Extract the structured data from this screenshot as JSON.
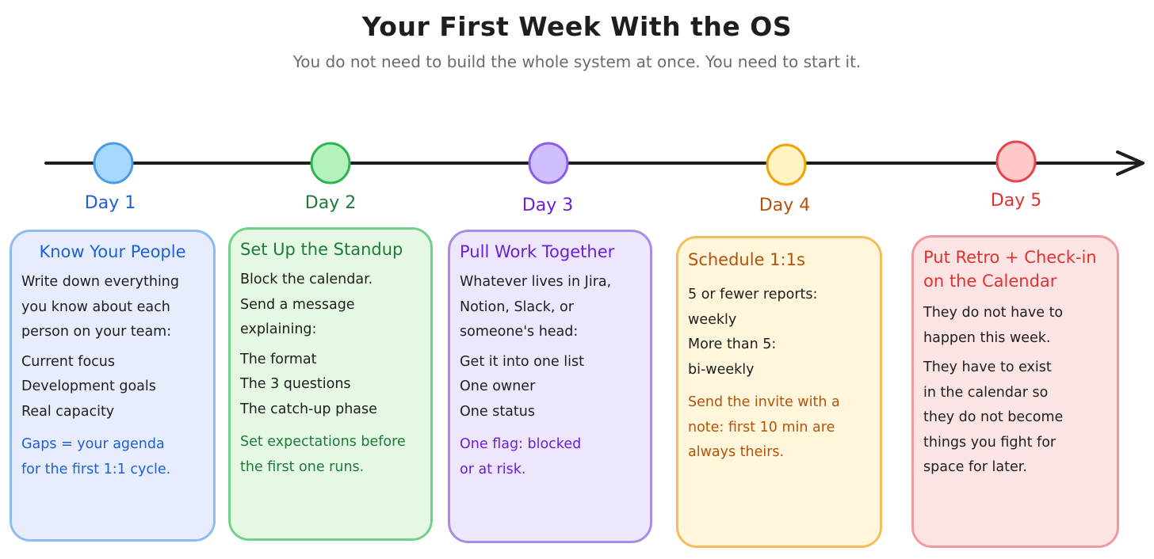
{
  "header": {
    "title": "Your First Week With the OS",
    "subtitle": "You do not need to build the whole system at once. You need to start it."
  },
  "timeline": {
    "arrow": "arrow-right",
    "days": [
      {
        "label": "Day 1",
        "color": "#1e5fd8",
        "fill": "#a5d8ff",
        "stroke": "#4a9be8"
      },
      {
        "label": "Day 2",
        "color": "#1f7a3a",
        "fill": "#b2f2bb",
        "stroke": "#2fb350"
      },
      {
        "label": "Day 3",
        "color": "#6a1fd8",
        "fill": "#d0bfff",
        "stroke": "#8a5ce8"
      },
      {
        "label": "Day 4",
        "color": "#b5520a",
        "fill": "#fff3bf",
        "stroke": "#f59f00"
      },
      {
        "label": "Day 5",
        "color": "#e03131",
        "fill": "#ffc9c9",
        "stroke": "#e8434c"
      }
    ]
  },
  "cards": [
    {
      "title": "Know Your People",
      "intro": [
        "Write down everything",
        "you know about each",
        "person on your team:"
      ],
      "items": [
        "Current focus",
        "Development goals",
        "Real capacity"
      ],
      "note": [
        "Gaps = your agenda",
        "for the first 1:1 cycle."
      ]
    },
    {
      "title": "Set Up the Standup",
      "intro": [
        "Block the calendar.",
        "Send a message",
        "explaining:"
      ],
      "items": [
        "The format",
        "The 3 questions",
        "The catch-up phase"
      ],
      "note": [
        "Set expectations before",
        "the first one runs."
      ]
    },
    {
      "title": "Pull Work Together",
      "intro": [
        "Whatever lives in Jira,",
        "Notion, Slack, or",
        "someone's head:"
      ],
      "items": [
        "Get it into one list",
        "One owner",
        "One status"
      ],
      "note": [
        "One flag: blocked",
        "or at risk."
      ]
    },
    {
      "title": "Schedule 1:1s",
      "intro": [
        "5 or fewer reports:",
        "weekly",
        "More than 5:",
        "bi-weekly"
      ],
      "items": [],
      "note": [
        "Send the invite with a",
        "note: first 10 min are",
        "always theirs."
      ]
    },
    {
      "title": "Put Retro + Check-in on the Calendar",
      "title_lines": [
        "Put Retro + Check-in",
        "on the Calendar"
      ],
      "intro": [
        "They do not have to",
        "happen this week."
      ],
      "items": [
        "They have to exist",
        "in the calendar so",
        "they do not become",
        "things you fight for",
        "space for later."
      ],
      "note": []
    }
  ]
}
